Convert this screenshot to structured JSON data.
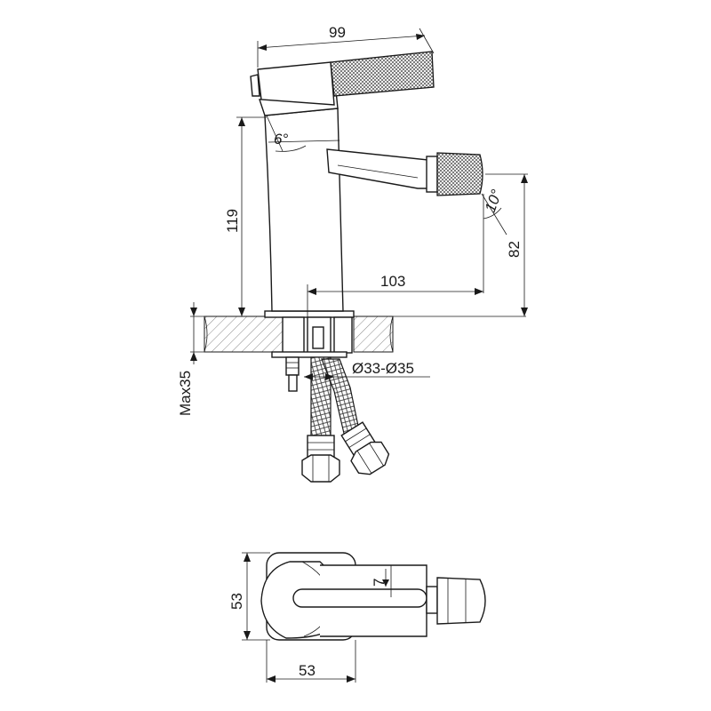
{
  "dimensions": {
    "lever_length": "99",
    "spout_tilt": "6°",
    "body_height": "119",
    "jet_angle": "10°",
    "spout_height": "82",
    "spout_reach": "103",
    "countertop_thickness": "Max35",
    "hole_diameter": "Ø33-Ø35",
    "top_depth": "53",
    "top_width": "53",
    "lever_offset": "7"
  },
  "colors": {
    "line": "#1a1a1a",
    "background": "#ffffff"
  }
}
